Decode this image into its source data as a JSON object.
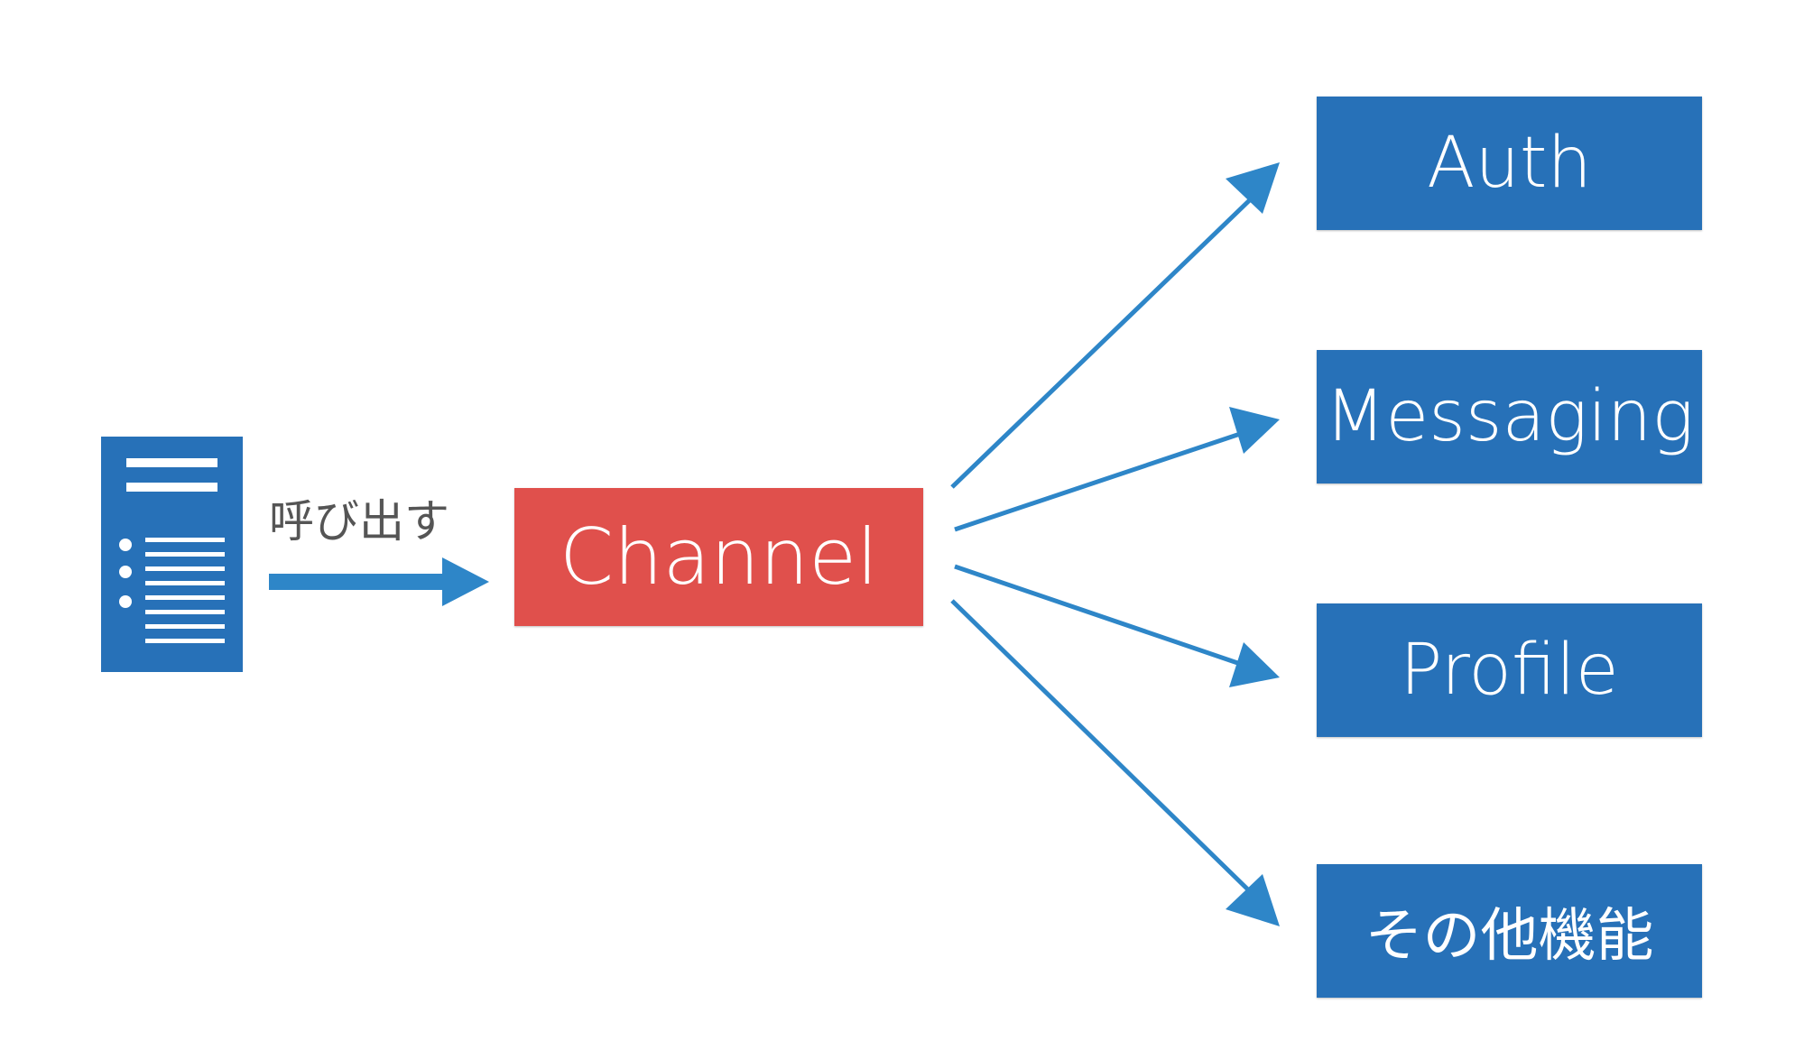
{
  "client": {
    "icon": "server-document-icon"
  },
  "call_label": "呼び出す",
  "channel": {
    "label": "Channel"
  },
  "services": [
    {
      "label": "Auth"
    },
    {
      "label": "Messaging"
    },
    {
      "label": "Profile"
    },
    {
      "label": "その他機能"
    }
  ],
  "colors": {
    "blue_box": "#2771b8",
    "arrow": "#2e86c8",
    "channel_red": "#e0504c",
    "label_text": "#555555",
    "background": "#ffffff"
  }
}
